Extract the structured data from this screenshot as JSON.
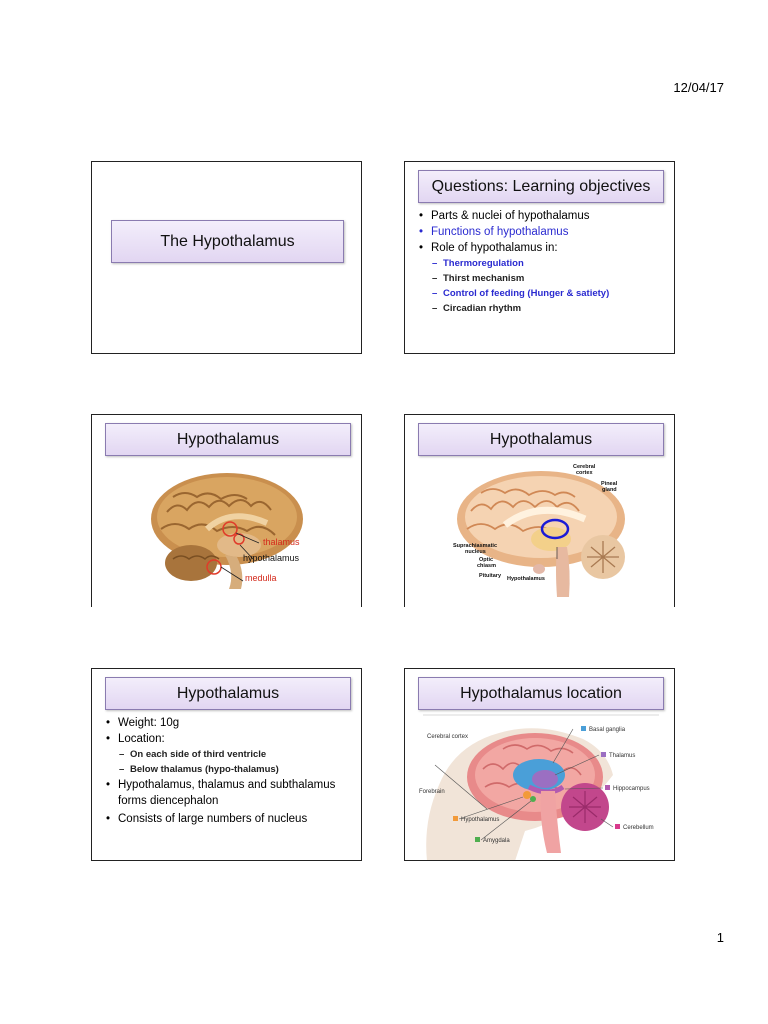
{
  "header": {
    "date": "12/04/17"
  },
  "footer": {
    "page_number": "1"
  },
  "slide1": {
    "title": "The Hypothalamus"
  },
  "slide2": {
    "title": "Questions: Learning objectives",
    "bullets": [
      "Parts & nuclei of hypothalamus",
      "Functions of hypothalamus",
      "Role of hypothalamus in:"
    ],
    "subbullets": [
      "Thermoregulation",
      "Thirst mechanism",
      "Control of feeding (Hunger & satiety)",
      "Circadian rhythm"
    ]
  },
  "slide3": {
    "title": "Hypothalamus",
    "labels": {
      "thalamus": "thalamus",
      "hypothalamus": "hypothalamus",
      "medulla": "medulla"
    }
  },
  "slide4": {
    "title": "Hypothalamus",
    "labels": {
      "cerebral_cortex_1": "Cerebral",
      "cerebral_cortex_2": "cortex",
      "pineal_1": "Pineal",
      "pineal_2": "gland",
      "supra_1": "Suprachiasmatic",
      "supra_2": "nucleus",
      "optic_1": "Optic",
      "optic_2": "chiasm",
      "pituitary": "Pituitary",
      "hypothalamus": "Hypothalamus"
    }
  },
  "slide5": {
    "title": "Hypothalamus",
    "bullets": [
      "Weight: 10g",
      "Location:"
    ],
    "subbullets": [
      "On each side of third ventricle",
      "Below thalamus (hypo-thalamus)"
    ],
    "bullets2": [
      "Hypothalamus, thalamus and subthalamus forms diencephalon",
      "Consists of large numbers of nucleus"
    ]
  },
  "slide6": {
    "title": "Hypothalamus location",
    "labels": {
      "cerebral_cortex": "Cerebral cortex",
      "basal_ganglia": "Basal ganglia",
      "thalamus": "Thalamus",
      "hippocampus": "Hippocampus",
      "forebrain": "Forebrain",
      "hypothalamus": "Hypothalamus",
      "cerebellum": "Cerebellum",
      "amygdala": "Amygdala"
    },
    "legend_colors": {
      "basal_ganglia": "#4a9fd8",
      "thalamus": "#9b6fc2",
      "hippocampus": "#b25ab0",
      "hypothalamus": "#f29a3a",
      "cerebellum": "#d83a8c",
      "amygdala": "#4fae4f"
    }
  }
}
